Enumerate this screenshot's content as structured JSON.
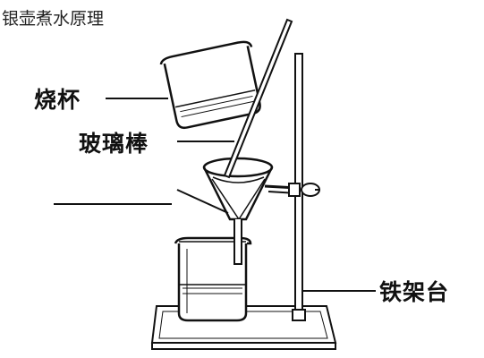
{
  "page": {
    "title": "银壶煮水原理"
  },
  "diagram": {
    "labels": {
      "beaker": "烧杯",
      "glass_rod": "玻璃棒",
      "iron_stand": "铁架台"
    },
    "blank_label_count": 1,
    "colors": {
      "ink": "#111111",
      "background": "#ffffff"
    }
  }
}
